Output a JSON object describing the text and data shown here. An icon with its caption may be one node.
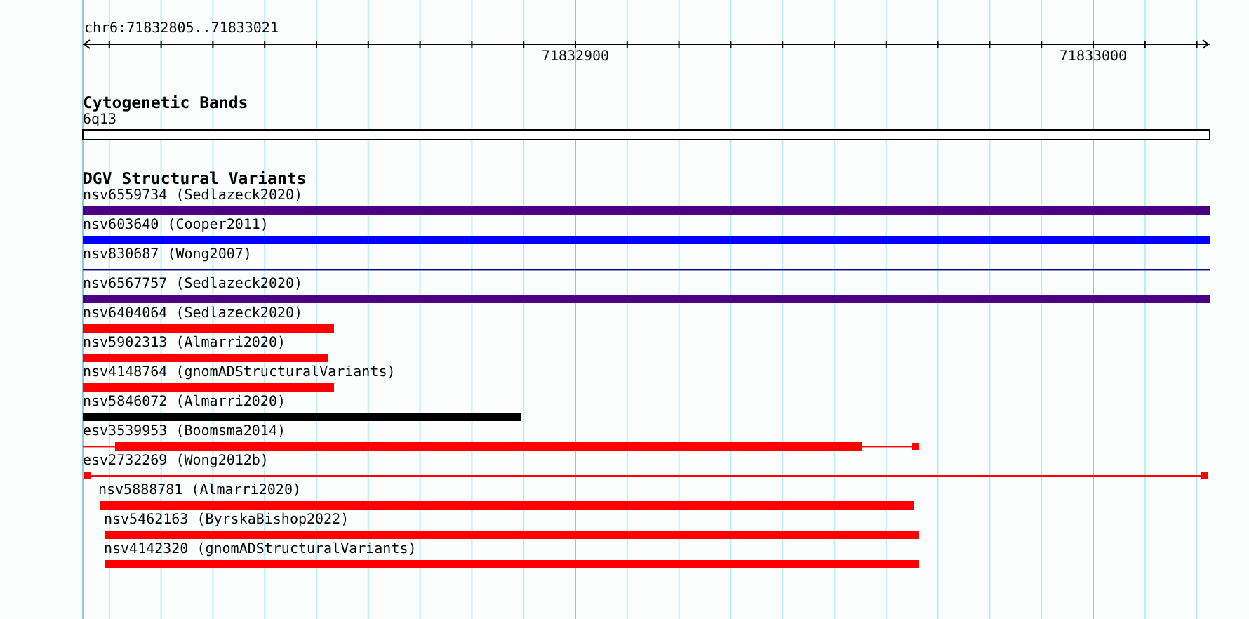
{
  "diagram": {
    "nodes": [
      {
        "text": [
          "6q13"
        ]
      },
      {
        "text": [
          "nsv6559734 (Sedlazeck2020)"
        ]
      },
      {
        "text": [
          "nsv603640 (Cooper2011)"
        ]
      },
      {
        "text": [
          "nsv830687 (Wong2007)"
        ]
      },
      {
        "text": [
          "nsv6567757 (Sedlazeck2020)"
        ]
      },
      {
        "text": [
          "nsv6404064 (Sedlazeck2020)"
        ]
      },
      {
        "text": [
          "nsv5902313 (Almarri2020)"
        ]
      },
      {
        "text": [
          "nsv4148764 (gnomADStructuralVariants)"
        ]
      },
      {
        "text": [
          "nsv5846072 (Almarri2020)"
        ]
      },
      {
        "text": [
          "esv3539953 (Boomsma2014)"
        ]
      },
      {
        "text": [
          "esv2732269 (Wong2012b)"
        ]
      },
      {
        "text": [
          "nsv5888781 (Almarri2020)"
        ]
      },
      {
        "text": [
          "nsv5462163 (ByrskaBishop2022)"
        ]
      },
      {
        "text": [
          "nsv4142320 (gnomADStructuralVariants)"
        ]
      }
    ],
    "labels": [
      "chr6:71832805..71833021",
      "71832900",
      "71833000",
      "Cytogenetic Bands",
      "DGV Structural Variants"
    ]
  }
}
